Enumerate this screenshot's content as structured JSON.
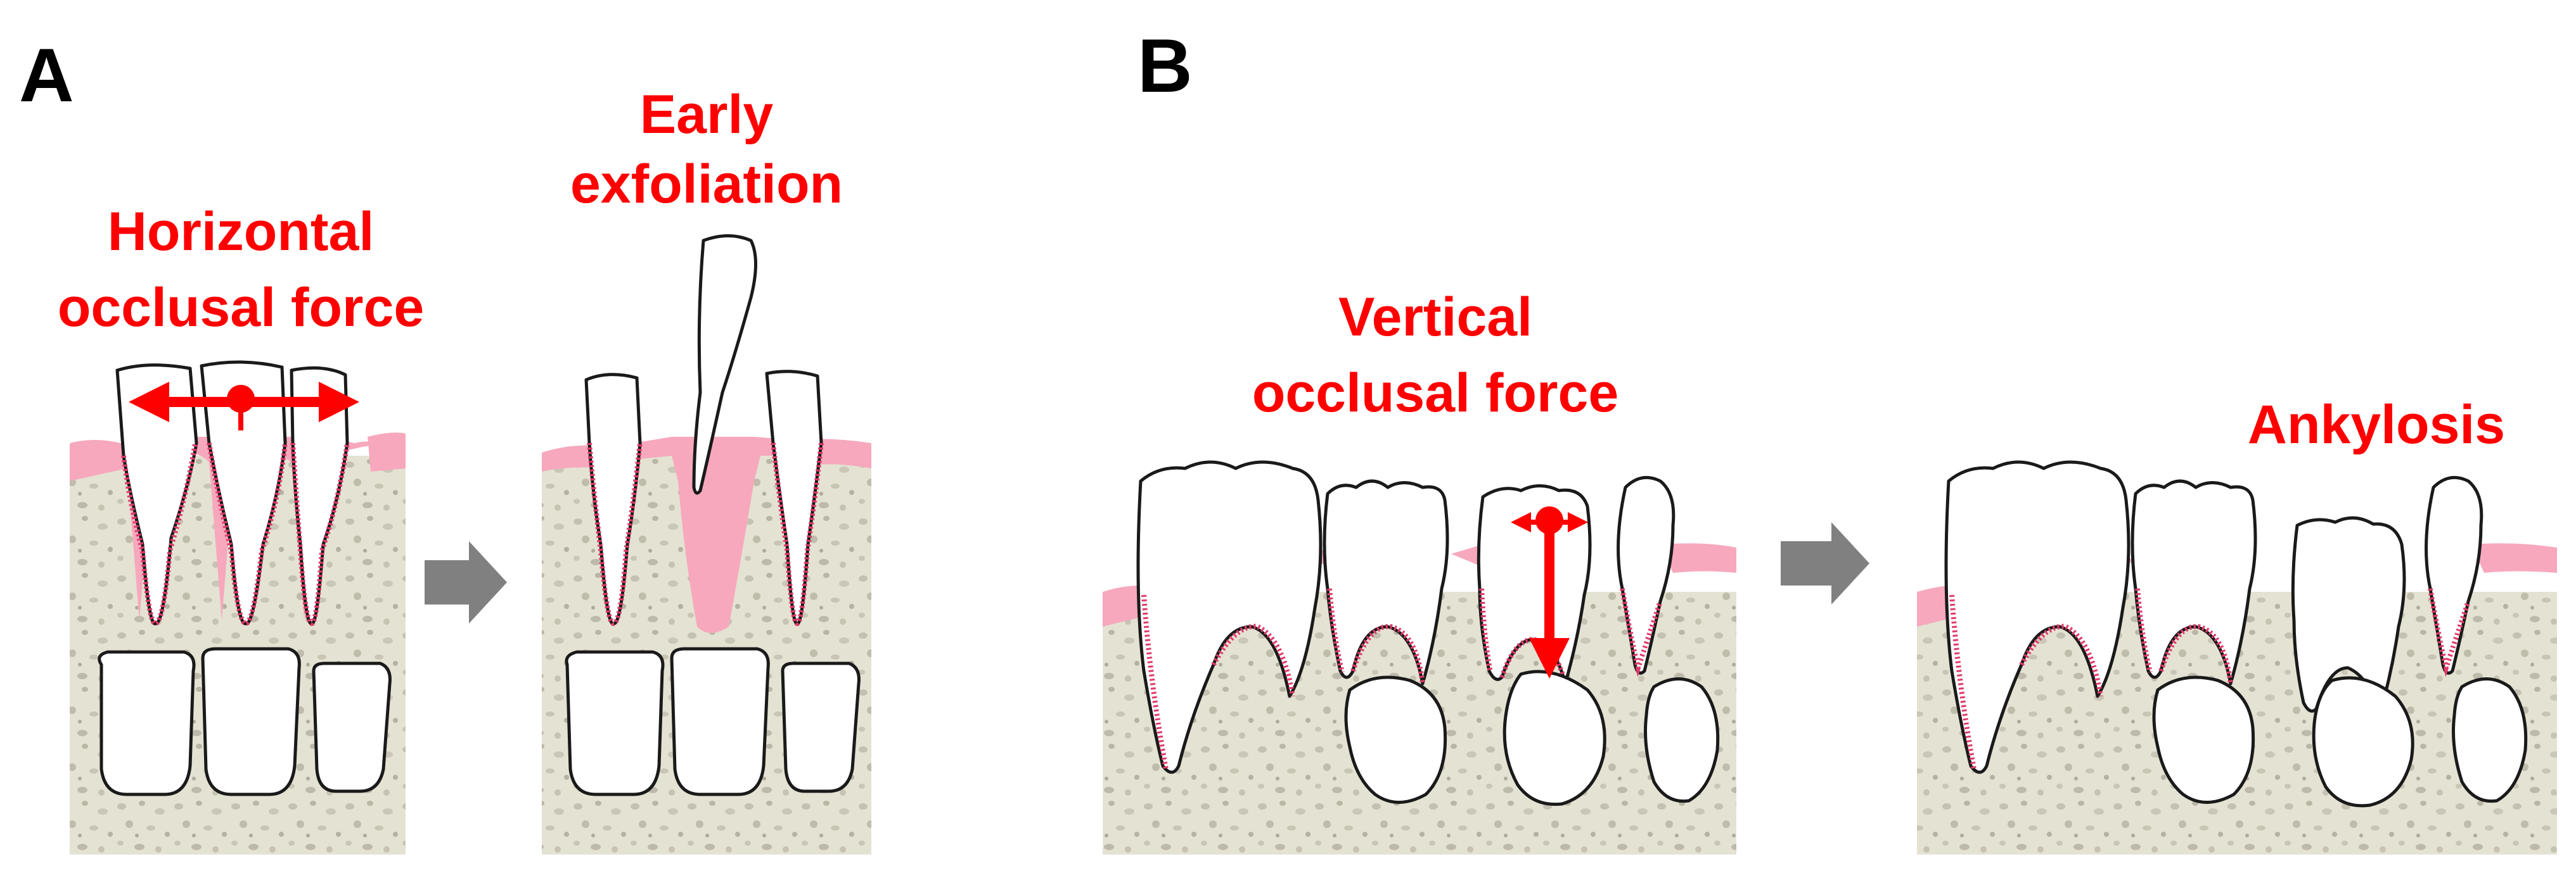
{
  "panels": {
    "a": {
      "letter": "A",
      "left_label": [
        "Horizontal",
        "occlusal force"
      ],
      "right_label": [
        "Early",
        "exfoliation"
      ]
    },
    "b": {
      "letter": "B",
      "left_label": [
        "Vertical",
        "occlusal force"
      ],
      "right_label": [
        "Ankylosis"
      ]
    }
  },
  "colors": {
    "label_red": "#ff0000",
    "force_arrow": "#ff0000",
    "gum_pink": "#f7a8bd",
    "ligament": "#e23a6a",
    "bone_bg": "#e4e2d2",
    "transition_arrow": "#808080"
  },
  "icons": {
    "transition": "right-arrow-icon",
    "force": "double-headed-arrow-icon"
  }
}
